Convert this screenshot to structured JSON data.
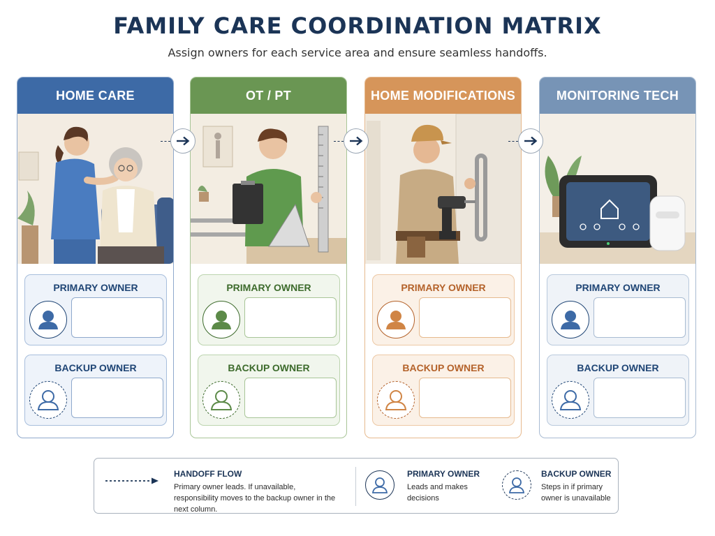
{
  "header": {
    "title": "FAMILY CARE COORDINATION MATRIX",
    "subtitle": "Assign owners for each service area and ensure seamless handoffs."
  },
  "columns": [
    {
      "title": "HOME CARE",
      "primary_label": "PRIMARY OWNER",
      "backup_label": "BACKUP OWNER",
      "accent": "#3d6aa6",
      "border": "#8fa9cc",
      "tint": "#eef3fa",
      "text": "#1f4575"
    },
    {
      "title": "OT / PT",
      "primary_label": "PRIMARY OWNER",
      "backup_label": "BACKUP OWNER",
      "accent": "#6a9653",
      "border": "#a8c597",
      "tint": "#f1f6ed",
      "text": "#3d6b2c"
    },
    {
      "title": "HOME MODIFICATIONS",
      "primary_label": "PRIMARY OWNER",
      "backup_label": "BACKUP OWNER",
      "accent": "#d6955a",
      "border": "#e6b98d",
      "tint": "#fbf1e7",
      "text": "#b4622a"
    },
    {
      "title": "MONITORING TECH",
      "primary_label": "PRIMARY OWNER",
      "backup_label": "BACKUP OWNER",
      "accent": "#7794b6",
      "border": "#a8bbd2",
      "tint": "#eff3f8",
      "text": "#1f4575"
    }
  ],
  "legend": {
    "handoff_title": "HANDOFF FLOW",
    "handoff_text": "Primary owner leads. If unavailable, responsibility moves to the backup owner in the next column.",
    "primary_title": "PRIMARY OWNER",
    "primary_text": "Leads and makes decisions",
    "backup_title": "BACKUP OWNER",
    "backup_text": "Steps in if primary owner is unavailable"
  },
  "icons": {
    "arrow": "arrow-right-icon",
    "primary": "person-filled-icon",
    "backup": "person-outline-icon"
  }
}
